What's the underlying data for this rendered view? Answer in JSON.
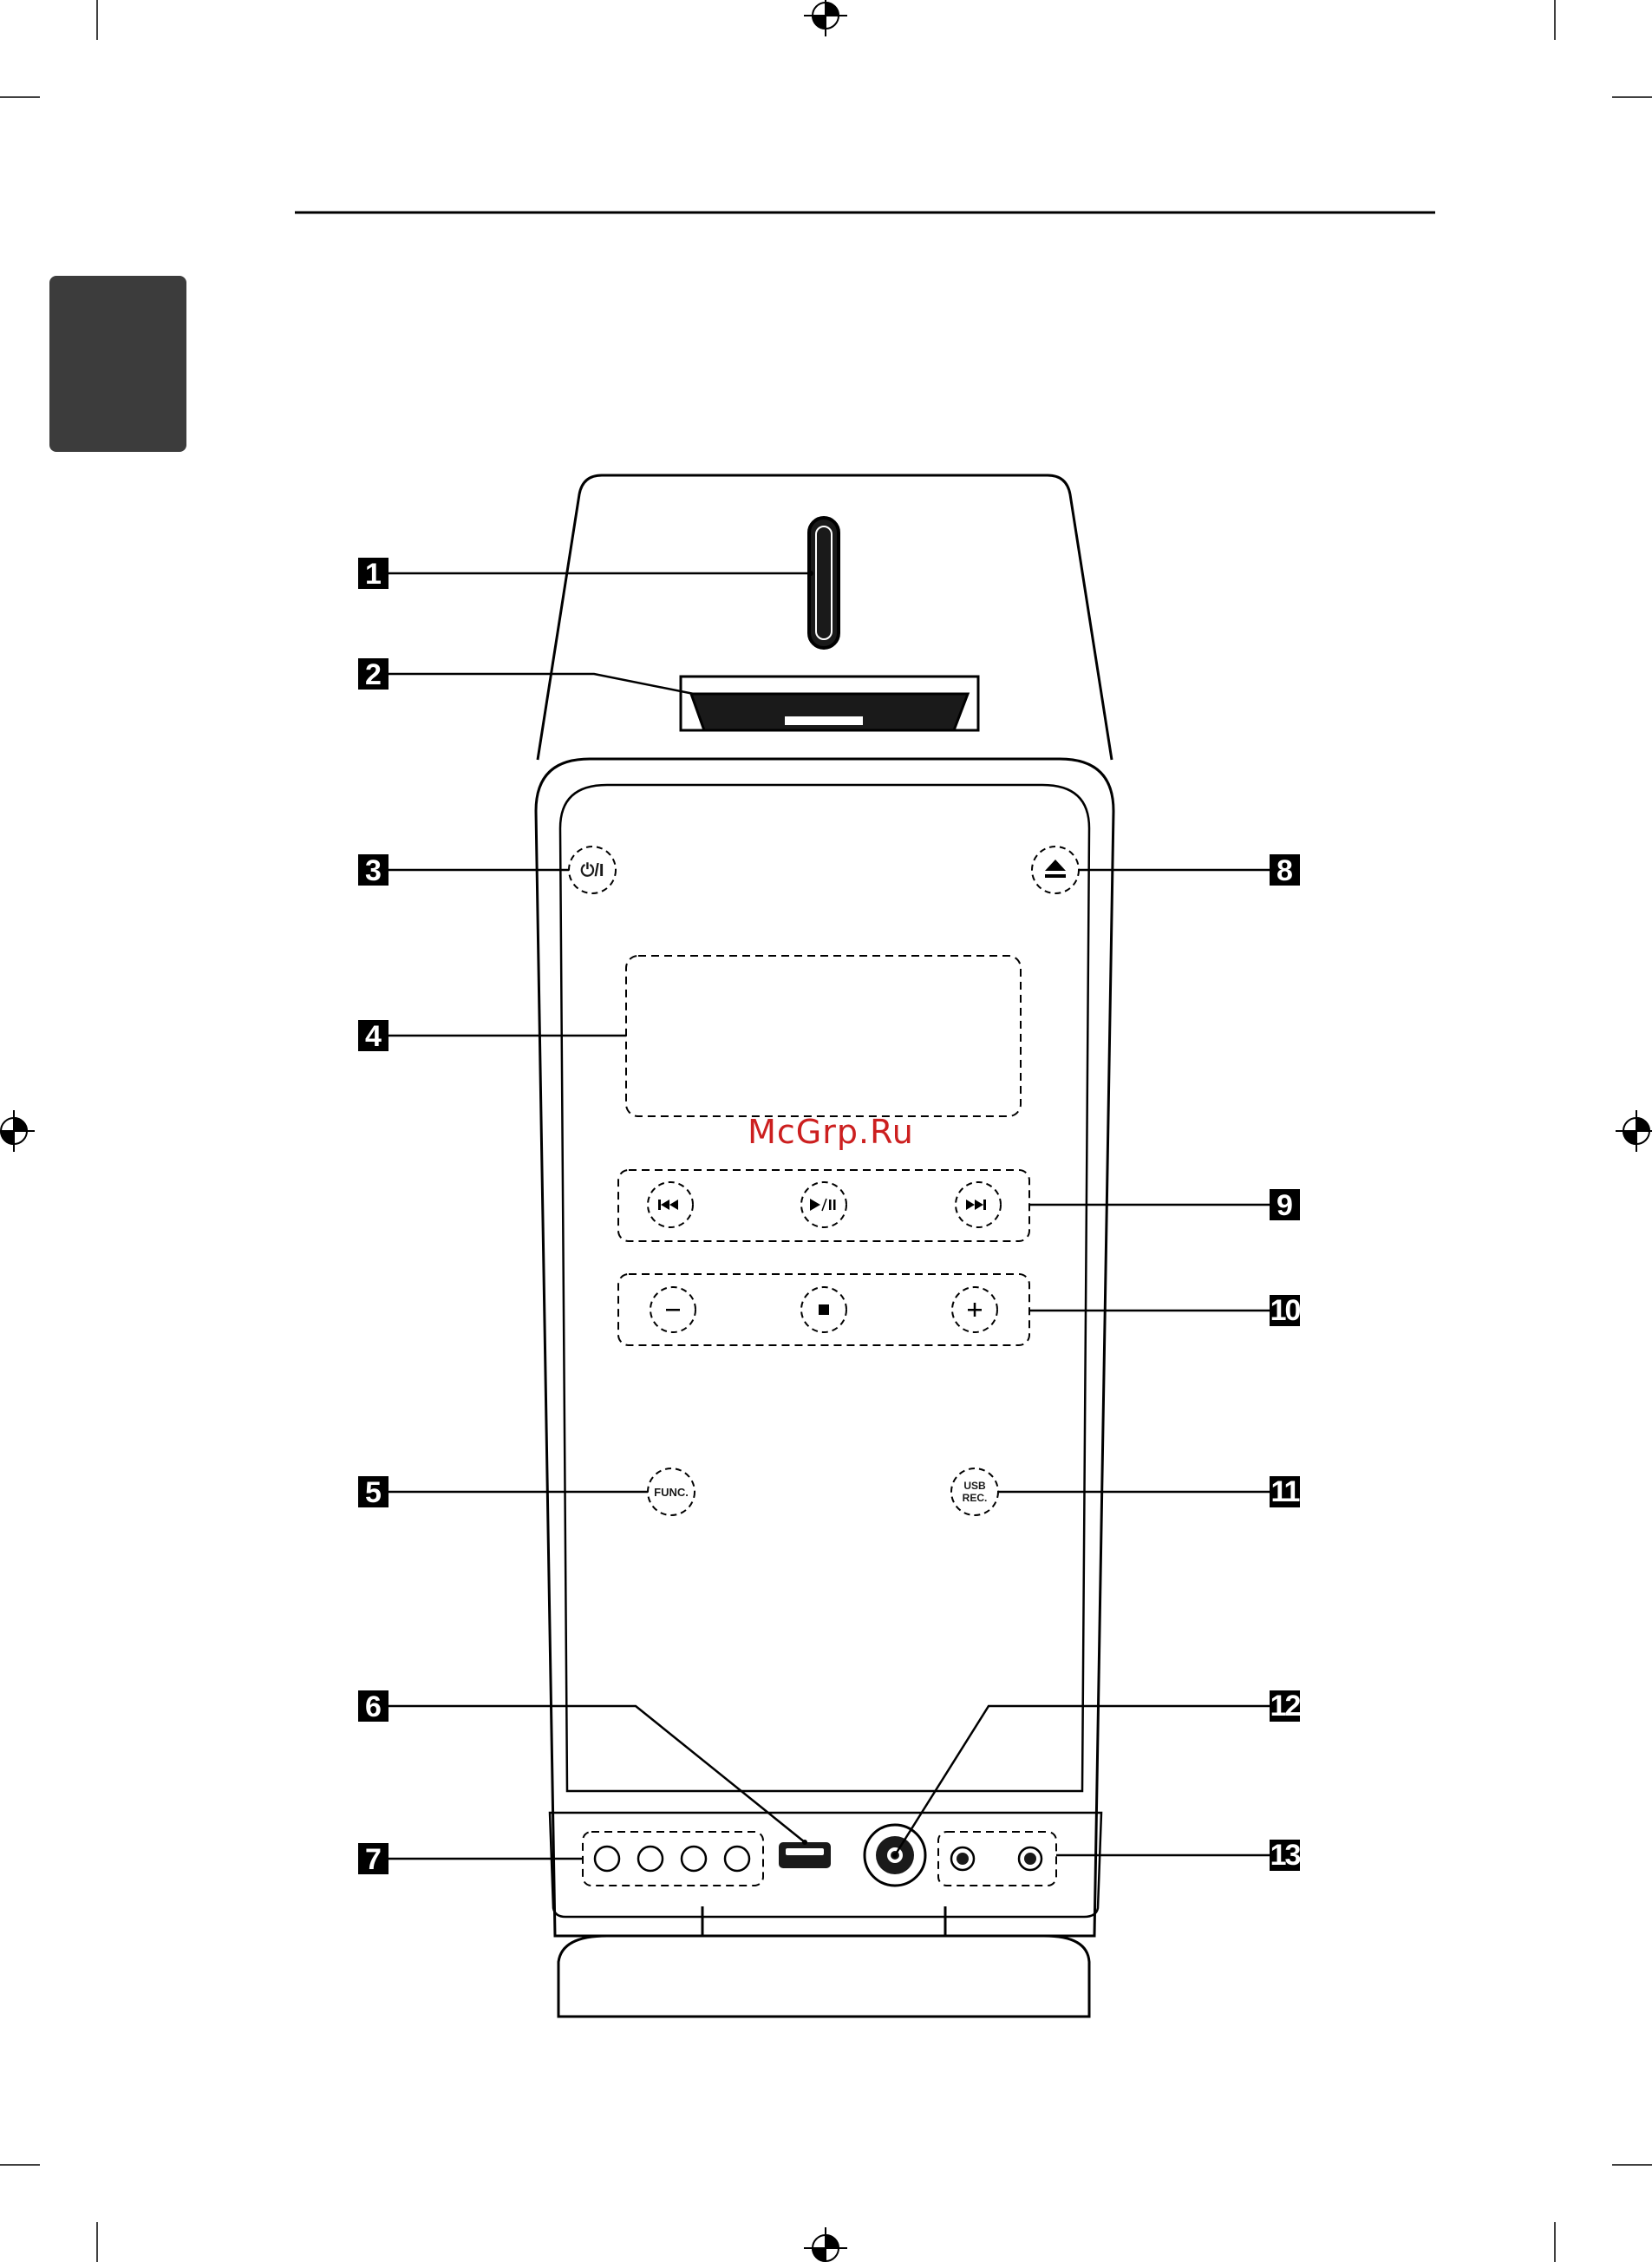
{
  "watermark": "McGrp.Ru",
  "callouts": [
    "1",
    "2",
    "3",
    "4",
    "5",
    "6",
    "7",
    "8",
    "9",
    "10",
    "11",
    "12",
    "13"
  ],
  "buttons": {
    "power": "⏻/I",
    "function": "FUNC.",
    "usb_rec_line1": "USB",
    "usb_rec_line2": "REC."
  },
  "icons": [
    "power-icon",
    "eject-icon",
    "skip-back-icon",
    "play-pause-icon",
    "skip-forward-icon",
    "minus-icon",
    "stop-icon",
    "plus-icon",
    "usb-port-icon",
    "registration-mark-icon"
  ]
}
